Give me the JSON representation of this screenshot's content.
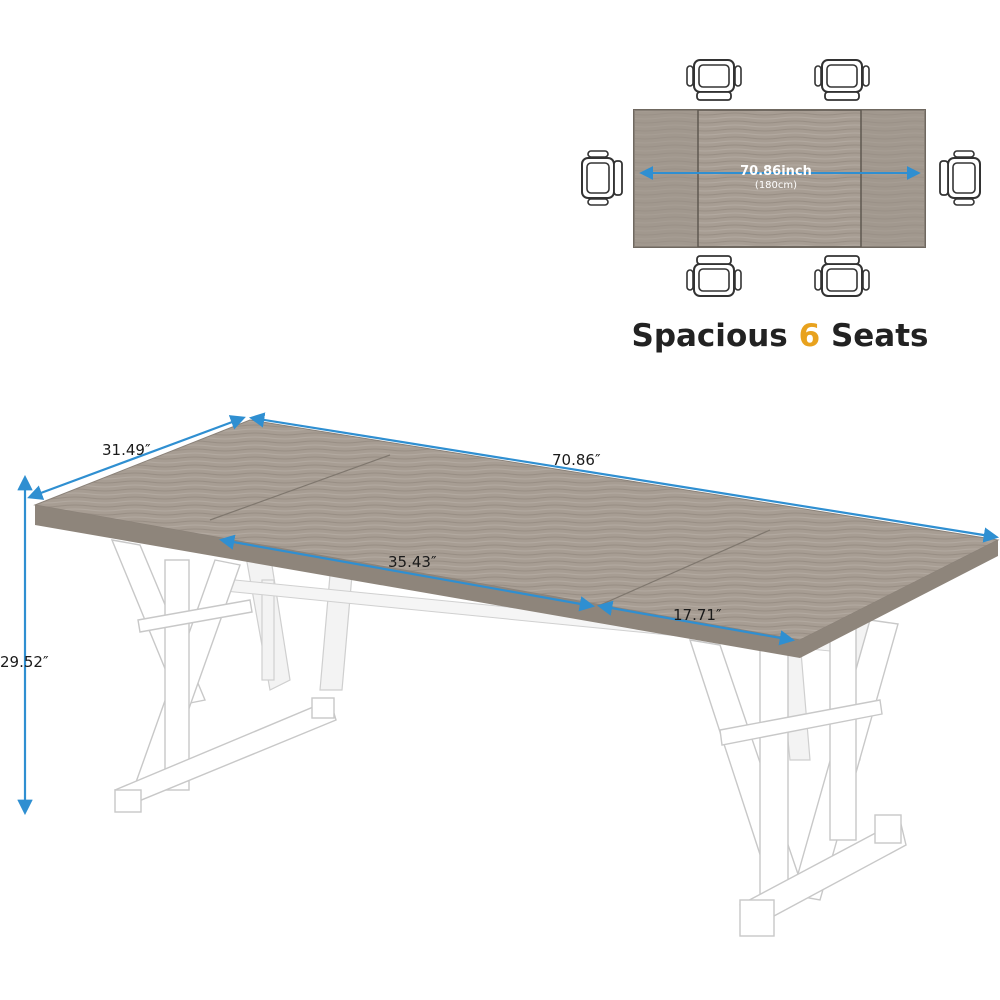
{
  "colors": {
    "accent": "#e8a21e",
    "dimension_arrow": "#2f8fd1",
    "tabletop": "#a49a90",
    "frame": "#ffffff"
  },
  "top_view": {
    "length_label": "70.86inch",
    "length_metric": "(180cm)",
    "chair_icon": "chair-icon"
  },
  "caption": {
    "prefix": "Spacious",
    "count": "6",
    "suffix": "Seats"
  },
  "dimensions": {
    "depth": "31.49″",
    "length": "70.86″",
    "height": "29.52″",
    "center_panel": "35.43″",
    "end_panel": "17.71″"
  }
}
